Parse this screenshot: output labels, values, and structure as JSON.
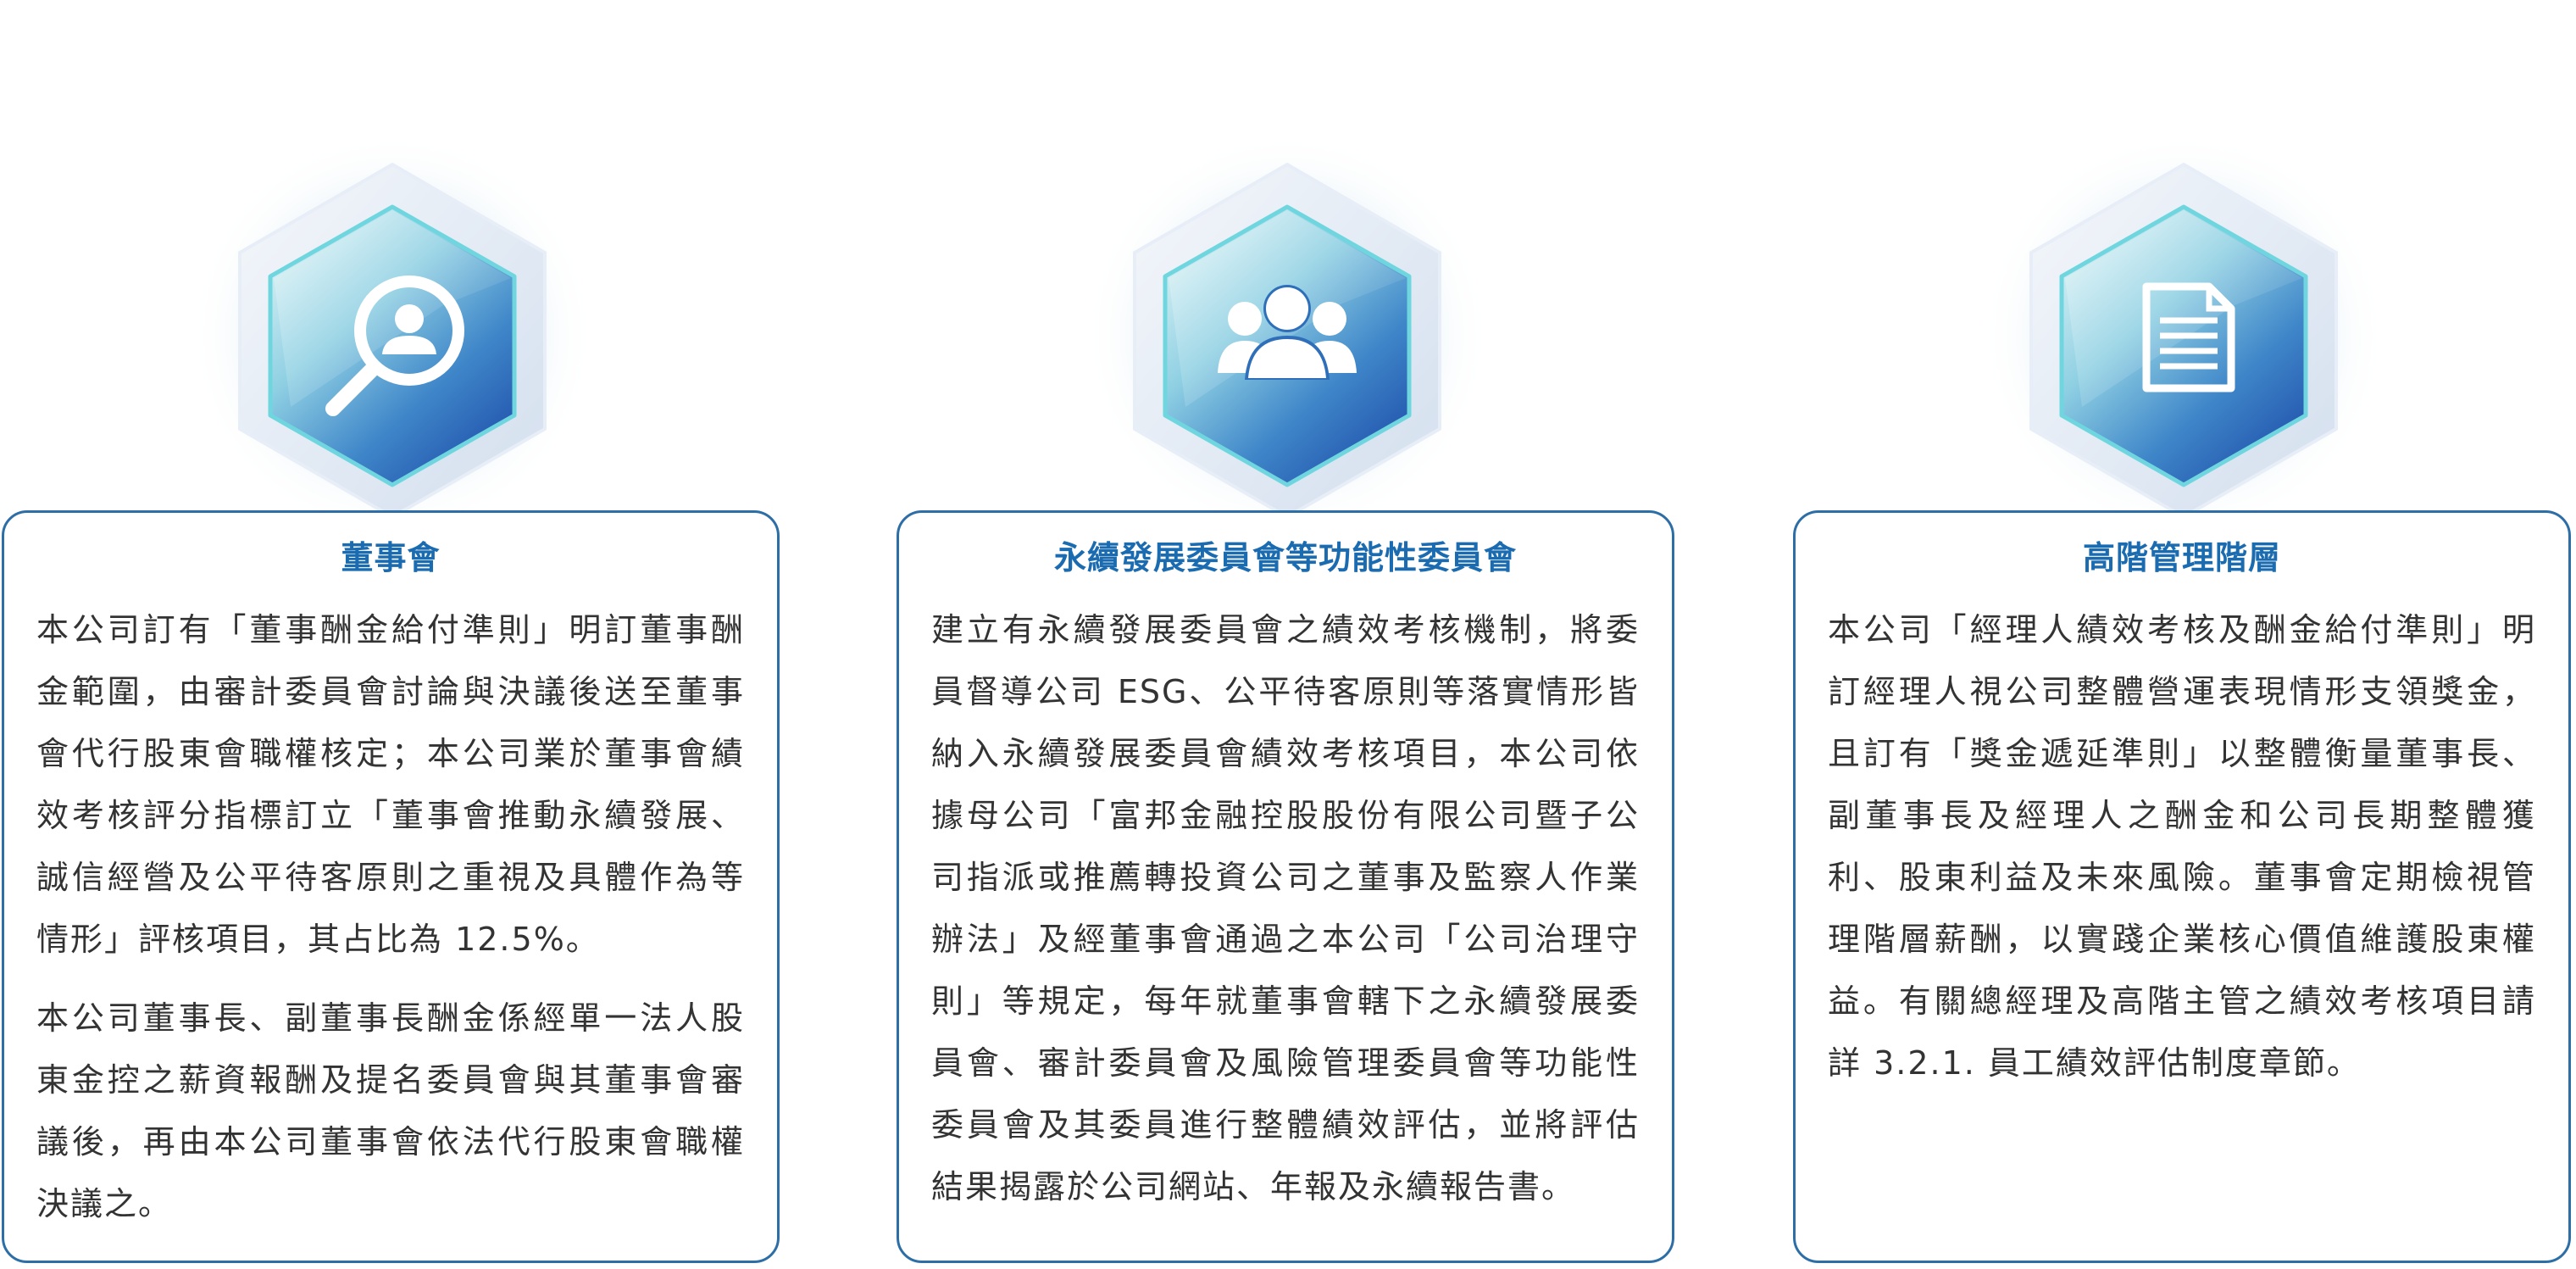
{
  "colors": {
    "card_border": "#2d6ea7",
    "title_text": "#1b6bb0",
    "body_text": "#333333",
    "hex_outer": "#dfe8f4",
    "hex_inner_light": "#bfe6ee",
    "hex_inner_dark": "#2560b8",
    "hex_rim": "#6fd6df"
  },
  "columns": [
    {
      "icon": "search-user-icon",
      "title": "董事會",
      "paragraphs": [
        "本公司訂有「董事酬金給付準則」明訂董事酬金範圍，由審計委員會討論與決議後送至董事會代行股東會職權核定；本公司業於董事會績效考核評分指標訂立「董事會推動永續發展、誠信經營及公平待客原則之重視及具體作為等情形」評核項目，其占比為 12.5%。",
        "本公司董事長、副董事長酬金係經單一法人股東金控之薪資報酬及提名委員會與其董事會審議後，再由本公司董事會依法代行股東會職權決議之。"
      ]
    },
    {
      "icon": "people-group-icon",
      "title": "永續發展委員會等功能性委員會",
      "paragraphs": [
        "建立有永續發展委員會之績效考核機制，將委員督導公司 ESG、公平待客原則等落實情形皆納入永續發展委員會績效考核項目，本公司依據母公司「富邦金融控股股份有限公司暨子公司指派或推薦轉投資公司之董事及監察人作業辦法」及經董事會通過之本公司「公司治理守則」等規定，每年就董事會轄下之永續發展委員會、審計委員會及風險管理委員會等功能性委員會及其委員進行整體績效評估，並將評估結果揭露於公司網站、年報及永續報告書。"
      ]
    },
    {
      "icon": "document-icon",
      "title": "高階管理階層",
      "paragraphs": [
        "本公司「經理人績效考核及酬金給付準則」明訂經理人視公司整體營運表現情形支領獎金，且訂有「獎金遞延準則」以整體衡量董事長、副董事長及經理人之酬金和公司長期整體獲利、股東利益及未來風險。董事會定期檢視管理階層薪酬，以實踐企業核心價值維護股東權益。有關總經理及高階主管之績效考核項目請詳 3.2.1. 員工績效評估制度章節。"
      ]
    }
  ]
}
